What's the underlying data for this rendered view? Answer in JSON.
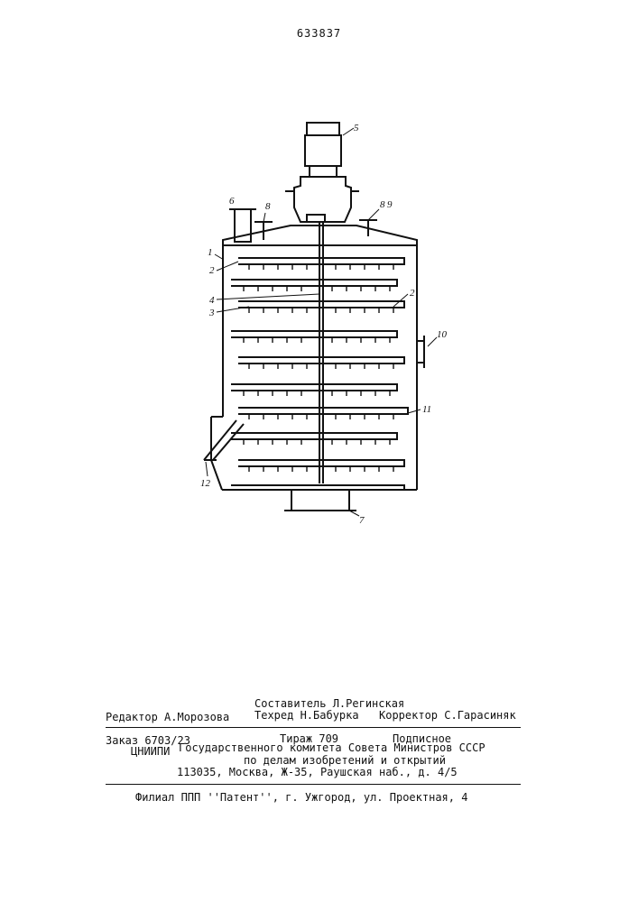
{
  "header": {
    "patent_number": "633837"
  },
  "drawing": {
    "callouts": {
      "c1": "1",
      "c2a": "2",
      "c2b": "2",
      "c3": "3",
      "c4": "4",
      "c5": "5",
      "c6": "6",
      "c7": "7",
      "c8": "8",
      "c9": "9",
      "c10": "10",
      "c11": "11",
      "c12": "12"
    }
  },
  "imprint": {
    "compiler": "Составитель Л.Регинская",
    "editor": "Редактор А.Морозова",
    "techred": "Техред Н.Бабурка",
    "corrector": "Корректор С.Гарасиняк",
    "order": "Заказ 6703/23",
    "circulation": "Тираж 709",
    "subscription": "Подписное",
    "org_abbr": "ЦНИИПИ",
    "org_line1": "Государственного комитета Совета Министров СССР",
    "org_line2": "по делам изобретений и открытий",
    "address": "113035, Москва, Ж-35, Раушская наб., д. 4/5",
    "branch": "Филиал ППП ''Патент'', г. Ужгород, ул. Проектная, 4"
  }
}
